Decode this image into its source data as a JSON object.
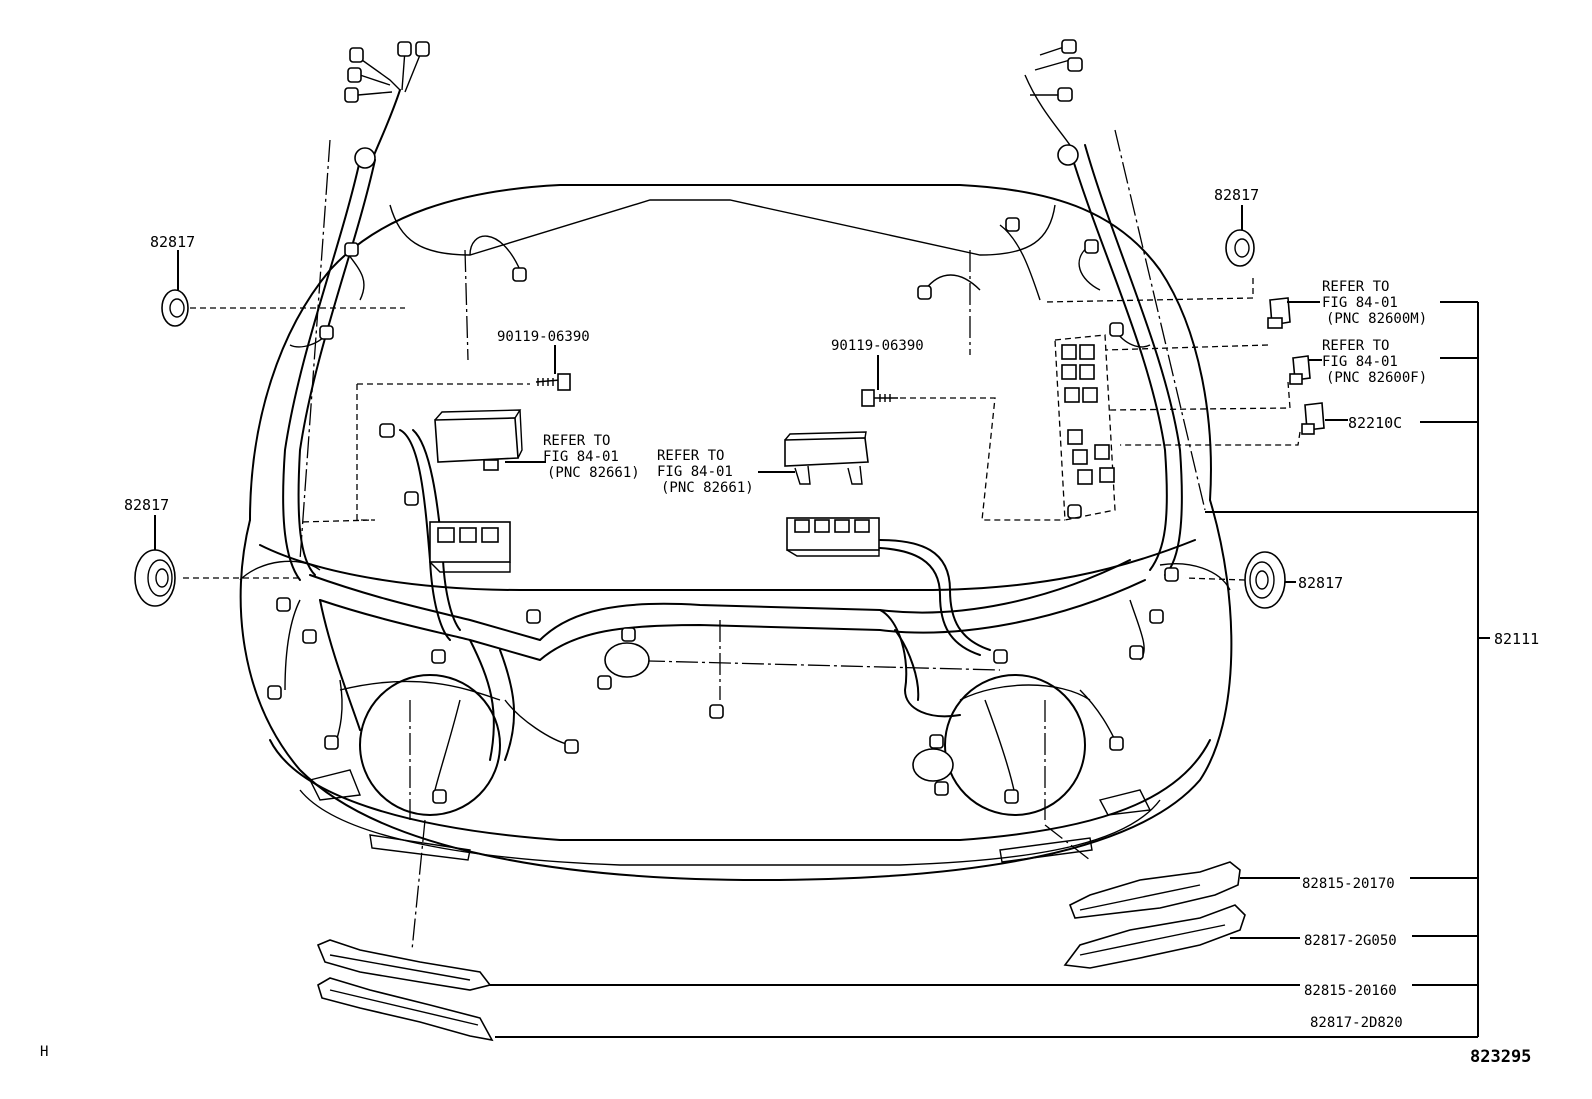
{
  "labels": {
    "grommet_left_top": "82817",
    "grommet_right_top": "82817",
    "grommet_left_mid": "82817",
    "grommet_right_mid": "82817",
    "bolt_left": "90119-06390",
    "bolt_right": "90119-06390",
    "refer_left": [
      "REFER TO",
      "FIG 84-01",
      "(PNC 82661)"
    ],
    "refer_center": [
      "REFER TO",
      "FIG 84-01",
      "(PNC 82661)"
    ],
    "refer_relay_m": [
      "REFER TO",
      "FIG 84-01",
      "(PNC 82600M)"
    ],
    "refer_relay_f": [
      "REFER TO",
      "FIG 84-01",
      "(PNC 82600F)"
    ],
    "relay_82210c": "82210C",
    "harness_main": "82111",
    "bracket_r1": "82815-20170",
    "bracket_r2": "82817-2G050",
    "bracket_l1": "82815-20160",
    "bracket_l2": "82817-2D820",
    "diagram_id": "823295",
    "corner_mark": "H"
  }
}
